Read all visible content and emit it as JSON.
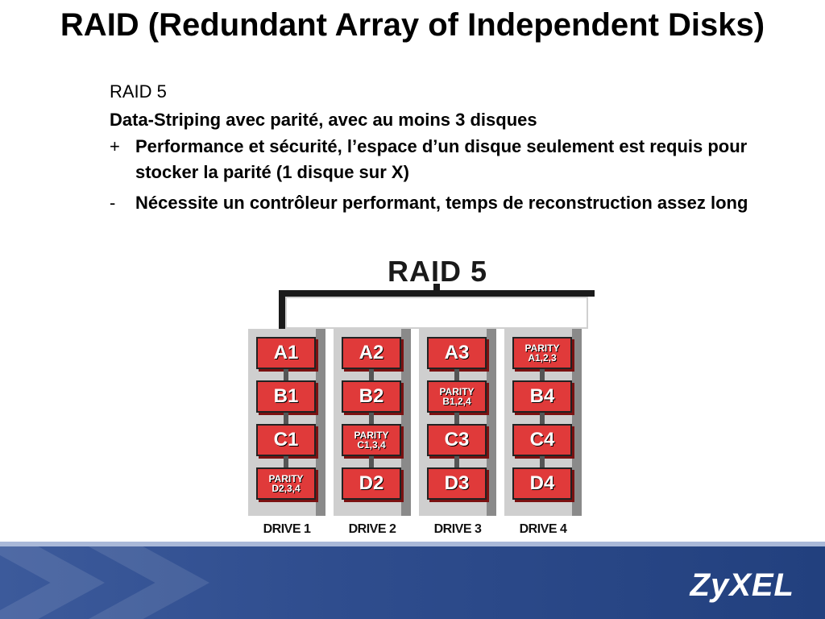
{
  "slide": {
    "title": "RAID (Redundant Array of Independent Disks)",
    "bullets": [
      {
        "marker": "",
        "text": "RAID 5"
      },
      {
        "marker": "",
        "text": "Data-Striping avec parité, avec au moins 3 disques"
      },
      {
        "marker": "+",
        "text": "Performance et sécurité, l’espace d’un disque seulement est requis pour stocker la parité (1 disque sur X)"
      },
      {
        "marker": "-",
        "text": "Nécessite un contrôleur performant, temps de reconstruction assez long"
      }
    ]
  },
  "diagram": {
    "title": "RAID 5",
    "drives": [
      {
        "label": "DRIVE 1",
        "blocks": [
          {
            "l1": "A1",
            "l2": ""
          },
          {
            "l1": "B1",
            "l2": ""
          },
          {
            "l1": "C1",
            "l2": ""
          },
          {
            "l1": "PARITY",
            "l2": "D2,3,4"
          }
        ]
      },
      {
        "label": "DRIVE 2",
        "blocks": [
          {
            "l1": "A2",
            "l2": ""
          },
          {
            "l1": "B2",
            "l2": ""
          },
          {
            "l1": "PARITY",
            "l2": "C1,3,4"
          },
          {
            "l1": "D2",
            "l2": ""
          }
        ]
      },
      {
        "label": "DRIVE 3",
        "blocks": [
          {
            "l1": "A3",
            "l2": ""
          },
          {
            "l1": "PARITY",
            "l2": "B1,2,4"
          },
          {
            "l1": "C3",
            "l2": ""
          },
          {
            "l1": "D3",
            "l2": ""
          }
        ]
      },
      {
        "label": "DRIVE 4",
        "blocks": [
          {
            "l1": "PARITY",
            "l2": "A1,2,3"
          },
          {
            "l1": "B4",
            "l2": ""
          },
          {
            "l1": "C4",
            "l2": ""
          },
          {
            "l1": "D4",
            "l2": ""
          }
        ]
      }
    ],
    "block_color": "#e03a3a"
  },
  "footer": {
    "logo": "ZyXEL",
    "color": "#2f4d8e"
  }
}
